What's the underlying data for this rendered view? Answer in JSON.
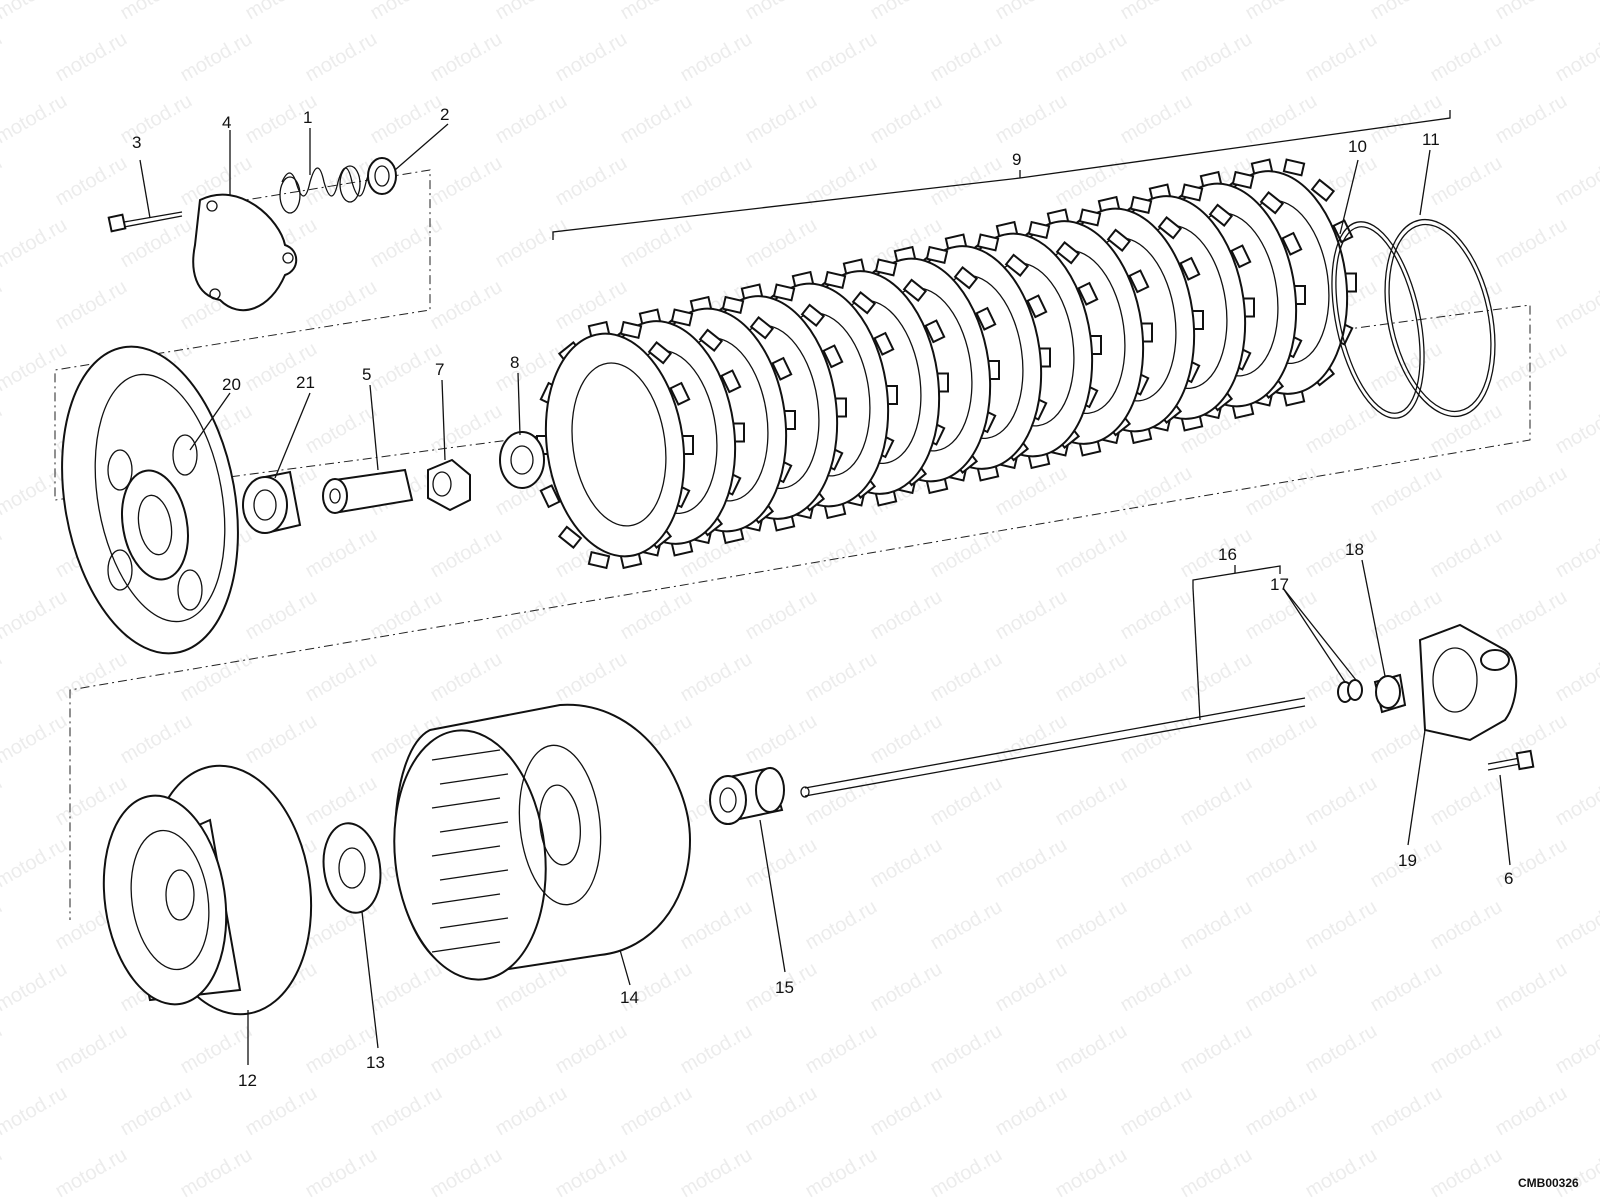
{
  "watermark": "motod.ru",
  "code": "CMB00326",
  "labels": {
    "p1": "1",
    "p2": "2",
    "p3": "3",
    "p4": "4",
    "p5": "5",
    "p6": "6",
    "p7": "7",
    "p8": "8",
    "p9": "9",
    "p10": "10",
    "p11": "11",
    "p12": "12",
    "p13": "13",
    "p14": "14",
    "p15": "15",
    "p16": "16",
    "p17": "17",
    "p18": "18",
    "p19": "19",
    "p20": "20",
    "p21": "21"
  },
  "colors": {
    "ink": "#111111",
    "watermark": "#9a9a9a",
    "paper": "#ffffff"
  }
}
